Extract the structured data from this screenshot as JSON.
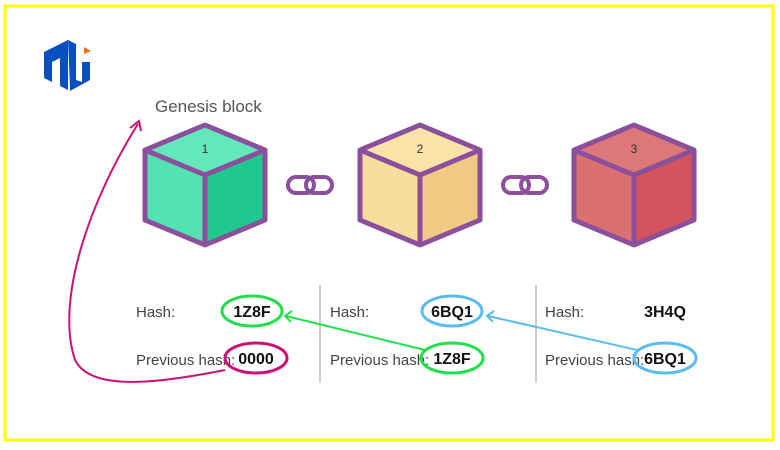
{
  "title": "Genesis block",
  "blocks": [
    {
      "number": "1",
      "hash_label": "Hash:",
      "hash": "1Z8F",
      "prev_label": "Previous hash:",
      "prev_hash": "0000",
      "colors": [
        "#62e8ba",
        "#55e2b2",
        "#1ec88e"
      ]
    },
    {
      "number": "2",
      "hash_label": "Hash:",
      "hash": "6BQ1",
      "prev_label": "Previous hash:",
      "prev_hash": "1Z8F",
      "colors": [
        "#fae3a6",
        "#f7dc9c",
        "#f0c983"
      ]
    },
    {
      "number": "3",
      "hash_label": "Hash:",
      "hash": "3H4Q",
      "prev_label": "Previous hash:",
      "prev_hash": "6BQ1",
      "colors": [
        "#dc7878",
        "#db7070",
        "#d3545c"
      ]
    }
  ],
  "colors": {
    "outline": "#8b4f9c",
    "frame": "#ffff00",
    "green_link": "#22e04a",
    "blue_link": "#5bbcf0",
    "genesis_link": "#cc1177",
    "logo": "#0a4fc0",
    "logo_accent": "#ff6a1a"
  }
}
